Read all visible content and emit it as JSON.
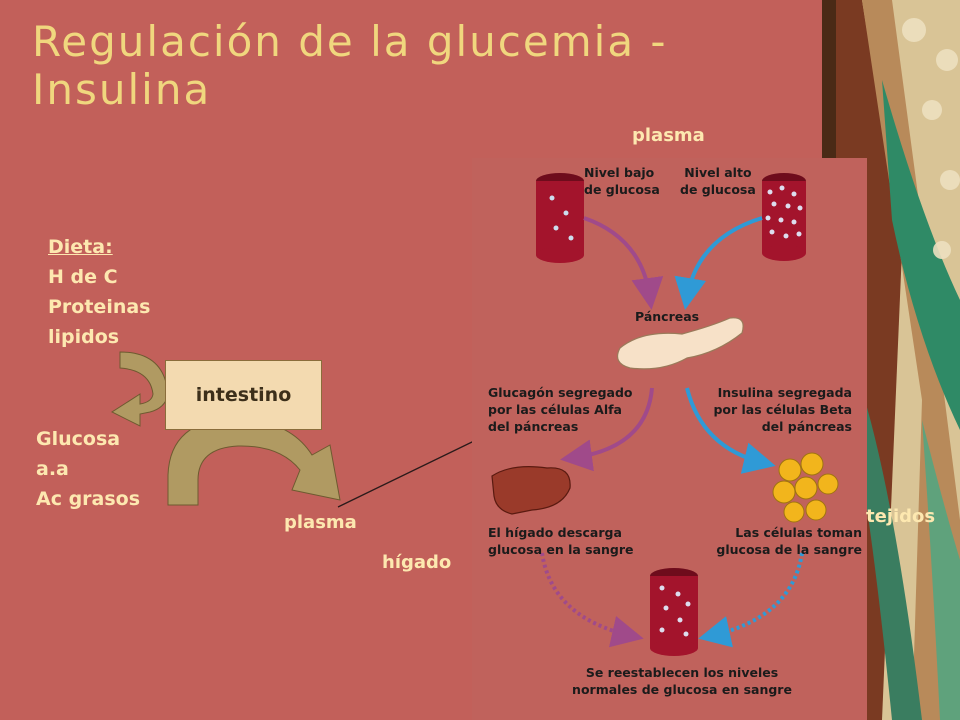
{
  "title": "Regulación de la glucemia - Insulina",
  "labels": {
    "dieta_title": "Dieta:",
    "dieta_items": [
      "H de C",
      "Proteinas",
      "lipidos"
    ],
    "intestino": "intestino",
    "productos": [
      "Glucosa",
      "a.a",
      "Ac grasos"
    ],
    "plasma_bottom": "plasma",
    "plasma_top": "plasma",
    "higado": "hígado",
    "tejidos": "tejidos"
  },
  "figure": {
    "nivel_bajo": [
      "Nivel bajo",
      "de glucosa"
    ],
    "nivel_alto": [
      "Nivel alto",
      "de glucosa"
    ],
    "pancreas": "Páncreas",
    "glucagon": [
      "Glucagón segregado",
      "por las células Alfa",
      "del páncreas"
    ],
    "insulina": [
      "Insulina segregada",
      "por las células Beta",
      "del páncreas"
    ],
    "higado_descarga": [
      "El hígado descarga",
      "glucosa en la sangre"
    ],
    "celulas_toman": [
      "Las células toman",
      "glucosa de la sangre"
    ],
    "reestablecen": [
      "Se reestablecen los niveles",
      "normales de glucosa en sangre"
    ]
  },
  "colors": {
    "background": "#c2605a",
    "title": "#f0d77e",
    "label": "#fde8b0",
    "intestino_box": "#f3dab0",
    "arrow_fill": "#b09a62",
    "vessel": "#a3142c",
    "arrow_purple": "#a04a8a",
    "arrow_blue": "#2f9ad6",
    "fat_cells": "#f2b51c"
  }
}
